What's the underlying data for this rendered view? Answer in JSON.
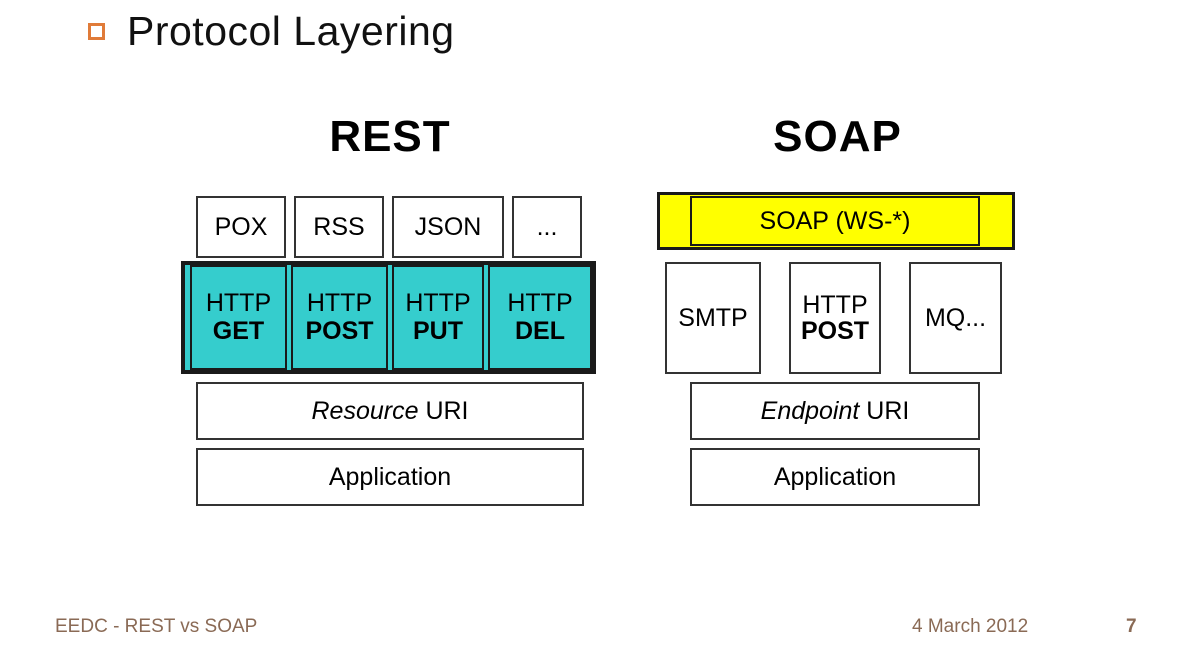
{
  "slide": {
    "title": "Protocol Layering",
    "bullet_icon": "square-bullet-icon",
    "bullet_color": "#e07b39"
  },
  "colors": {
    "http_box_fill": "#35cdcd",
    "soap_box_fill": "#ffff00",
    "box_border": "#1a1a1a",
    "footer_text": "#8a6a55"
  },
  "stacks": [
    {
      "heading": "REST",
      "format_row": [
        {
          "label": "POX"
        },
        {
          "label": "RSS"
        },
        {
          "label": "JSON"
        },
        {
          "label": "..."
        }
      ],
      "protocol_row": [
        {
          "line1": "HTTP",
          "line2": "GET"
        },
        {
          "line1": "HTTP",
          "line2": "POST"
        },
        {
          "line1": "HTTP",
          "line2": "PUT"
        },
        {
          "line1": "HTTP",
          "line2": "DEL"
        }
      ],
      "uri_row": {
        "emphasis": "Resource",
        "rest": " URI"
      },
      "app_row": {
        "label": "Application"
      }
    },
    {
      "heading": "SOAP",
      "envelope_row": {
        "label": "SOAP (WS-*)"
      },
      "transport_row": [
        {
          "line1": "SMTP",
          "line2": ""
        },
        {
          "line1": "HTTP",
          "line2": "POST"
        },
        {
          "line1": "MQ...",
          "line2": ""
        }
      ],
      "uri_row": {
        "emphasis": "Endpoint",
        "rest": " URI"
      },
      "app_row": {
        "label": "Application"
      }
    }
  ],
  "footer": {
    "left": "EEDC - REST vs SOAP",
    "date": "4 March 2012",
    "page": "7"
  }
}
